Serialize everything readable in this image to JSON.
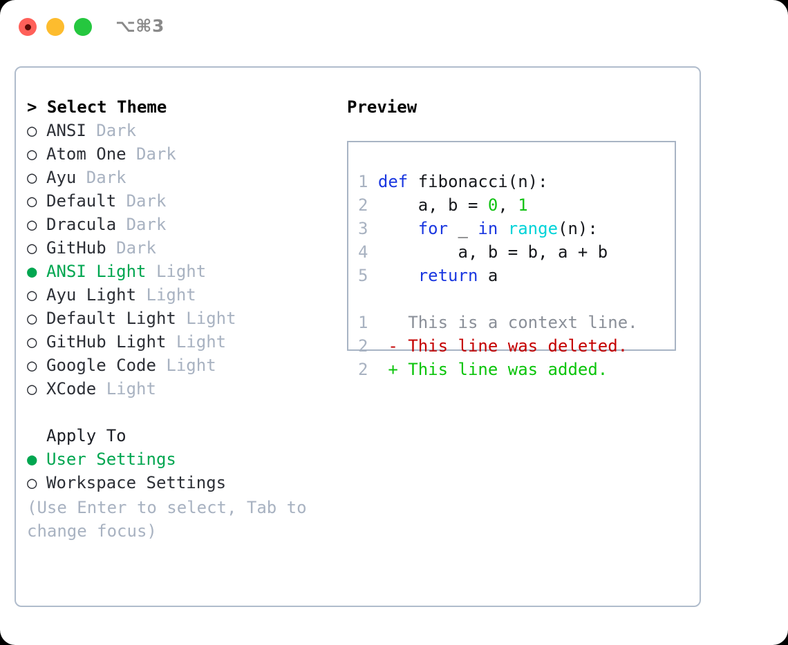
{
  "titlebar": {
    "shortcut": "⌥⌘3",
    "buttons": {
      "close": "close",
      "minimize": "minimize",
      "maximize": "maximize"
    }
  },
  "theme_picker": {
    "prompt": "> Select Theme",
    "marker_selected": "●",
    "marker_unselected": "○",
    "items": [
      {
        "name": "ANSI",
        "variant": "Dark",
        "selected": false
      },
      {
        "name": "Atom One",
        "variant": "Dark",
        "selected": false
      },
      {
        "name": "Ayu",
        "variant": "Dark",
        "selected": false
      },
      {
        "name": "Default",
        "variant": "Dark",
        "selected": false
      },
      {
        "name": "Dracula",
        "variant": "Dark",
        "selected": false
      },
      {
        "name": "GitHub",
        "variant": "Dark",
        "selected": false
      },
      {
        "name": "ANSI Light",
        "variant": "Light",
        "selected": true
      },
      {
        "name": "Ayu Light",
        "variant": "Light",
        "selected": false
      },
      {
        "name": "Default Light",
        "variant": "Light",
        "selected": false
      },
      {
        "name": "GitHub Light",
        "variant": "Light",
        "selected": false
      },
      {
        "name": "Google Code",
        "variant": "Light",
        "selected": false
      },
      {
        "name": "XCode",
        "variant": "Light",
        "selected": false
      }
    ]
  },
  "apply_to": {
    "label": "Apply To",
    "items": [
      {
        "name": "User Settings",
        "selected": true
      },
      {
        "name": "Workspace Settings",
        "selected": false
      }
    ]
  },
  "hint": "(Use Enter to select, Tab to change focus)",
  "preview": {
    "title": "Preview",
    "code_lines": [
      {
        "n": "1",
        "tokens": [
          {
            "t": "def",
            "k": "kw"
          },
          {
            "t": " fibonacci(n):",
            "k": "plain"
          }
        ]
      },
      {
        "n": "2",
        "tokens": [
          {
            "t": "    a, b = ",
            "k": "plain"
          },
          {
            "t": "0",
            "k": "num"
          },
          {
            "t": ", ",
            "k": "plain"
          },
          {
            "t": "1",
            "k": "num"
          }
        ]
      },
      {
        "n": "3",
        "tokens": [
          {
            "t": "    ",
            "k": "plain"
          },
          {
            "t": "for",
            "k": "kw"
          },
          {
            "t": " _ ",
            "k": "plain"
          },
          {
            "t": "in",
            "k": "kw"
          },
          {
            "t": " ",
            "k": "plain"
          },
          {
            "t": "range",
            "k": "fn"
          },
          {
            "t": "(n):",
            "k": "plain"
          }
        ]
      },
      {
        "n": "4",
        "tokens": [
          {
            "t": "        a, b = b, a + b",
            "k": "plain"
          }
        ]
      },
      {
        "n": "5",
        "tokens": [
          {
            "t": "    ",
            "k": "plain"
          },
          {
            "t": "return",
            "k": "kw"
          },
          {
            "t": " a",
            "k": "plain"
          }
        ]
      }
    ],
    "diff_lines": [
      {
        "n": "1",
        "sign": " ",
        "text": "This is a context line.",
        "kind": "ctx"
      },
      {
        "n": "2",
        "sign": "-",
        "text": "This line was deleted.",
        "kind": "del"
      },
      {
        "n": "2",
        "sign": "+",
        "text": "This line was added.",
        "kind": "add"
      }
    ]
  },
  "colors": {
    "accent_green": "#00a650",
    "muted": "#a8b2c1",
    "keyword": "#1a37e0",
    "function": "#00d3d8",
    "number": "#12c214",
    "diff_deleted": "#c40000",
    "diff_added": "#0bc40b",
    "panel_border": "#b0bccc",
    "traffic_red": "#ff6059",
    "traffic_yellow": "#fdbc2e",
    "traffic_green": "#25c73f"
  }
}
